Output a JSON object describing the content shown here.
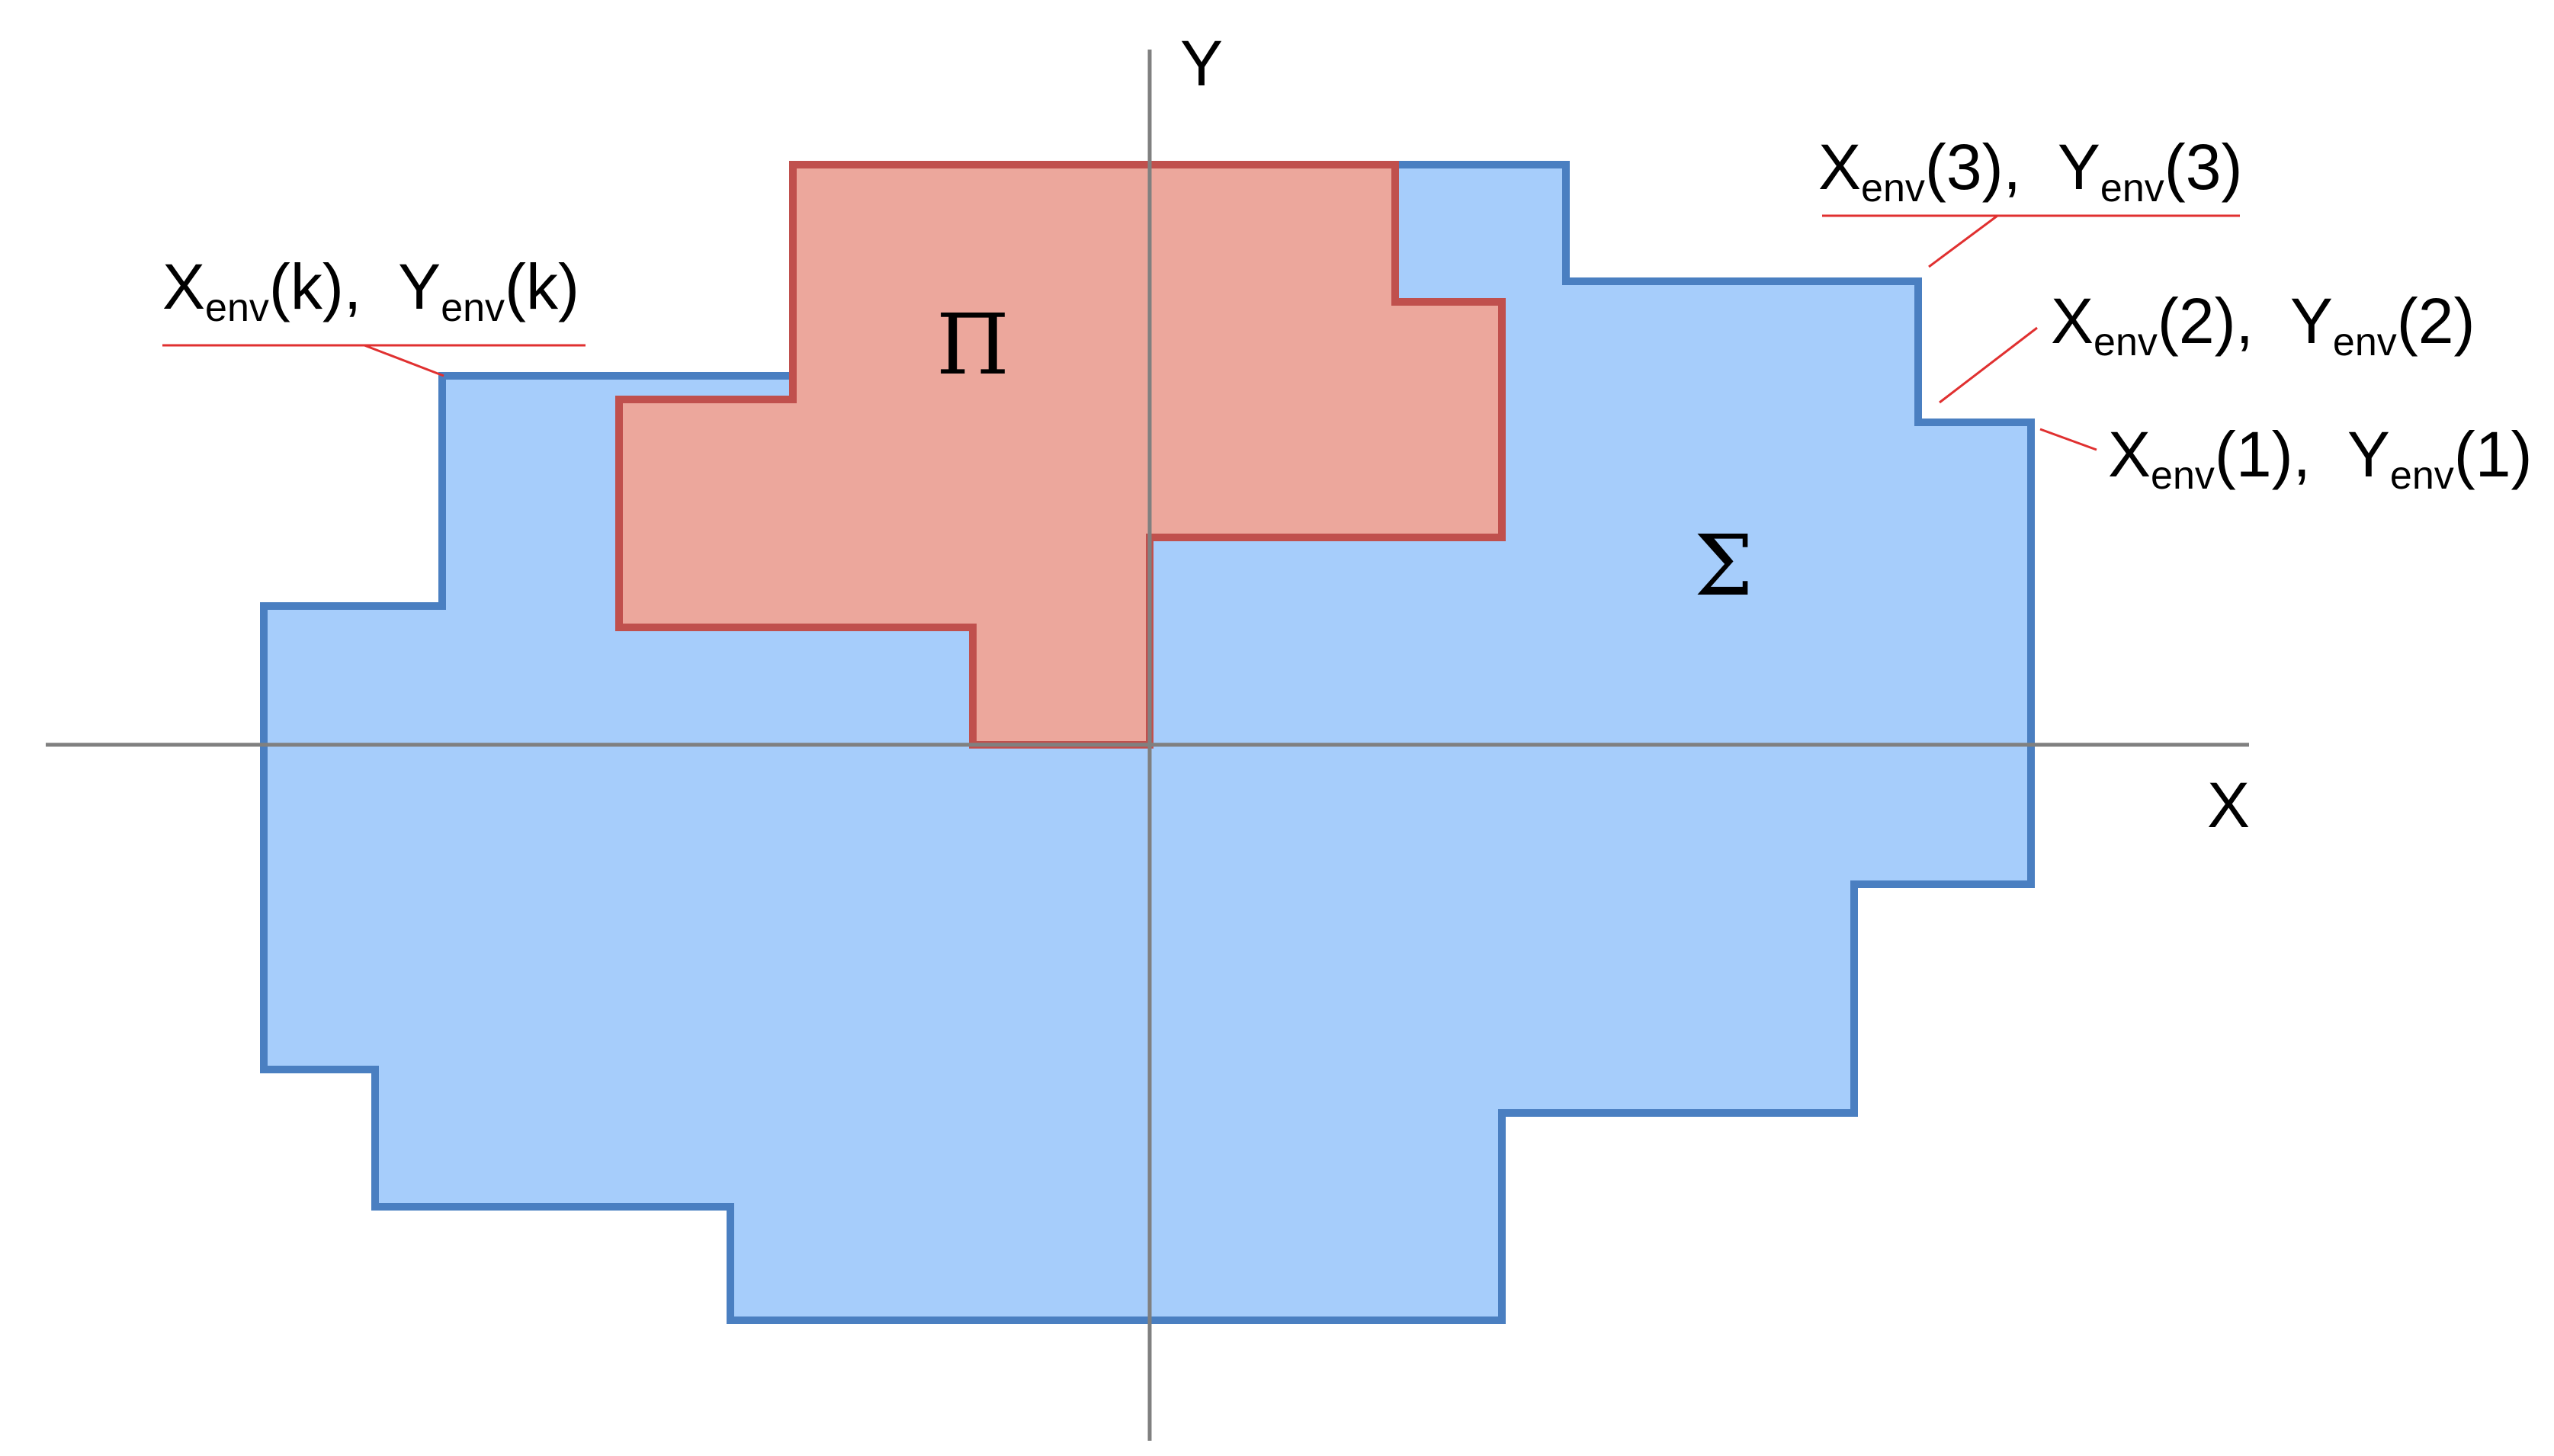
{
  "colors": {
    "sigma_fill": "#a6cdfb",
    "sigma_stroke": "#4a7fc1",
    "pi_fill": "#eca79c",
    "pi_stroke": "#c0504d",
    "axis": "#808080",
    "leader": "#e03030"
  },
  "axes": {
    "x_label": "X",
    "y_label": "Y"
  },
  "regions": {
    "sigma": "Σ",
    "pi": "Π"
  },
  "annotations": {
    "k": {
      "x_main": "X",
      "x_sub": "env",
      "x_idx": "(k)",
      "sep": ",",
      "y_main": "Y",
      "y_sub": "env",
      "y_idx": "(k)"
    },
    "p3": {
      "x_main": "X",
      "x_sub": "env",
      "x_idx": "(3)",
      "sep": ",",
      "y_main": "Y",
      "y_sub": "env",
      "y_idx": "(3)"
    },
    "p2": {
      "x_main": "X",
      "x_sub": "env",
      "x_idx": "(2)",
      "sep": ",",
      "y_main": "Y",
      "y_sub": "env",
      "y_idx": "(2)"
    },
    "p1": {
      "x_main": "X",
      "x_sub": "env",
      "x_idx": "(1)",
      "sep": ",",
      "y_main": "Y",
      "y_sub": "env",
      "y_idx": "(1)"
    }
  }
}
